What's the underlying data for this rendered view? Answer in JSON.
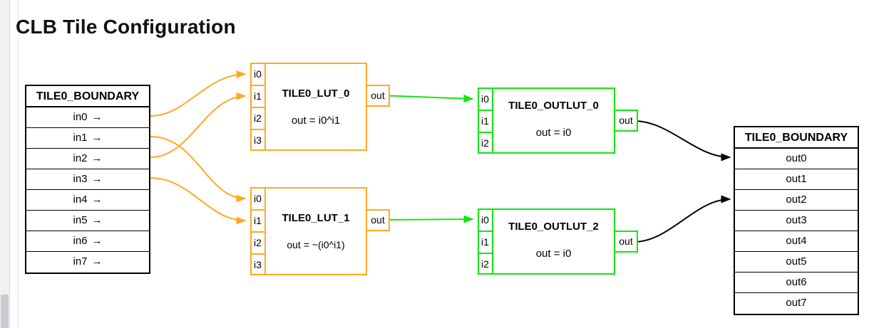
{
  "page": {
    "title": "CLB Tile Configuration",
    "background": "#ffffff"
  },
  "colors": {
    "lut_border": "#ffa823",
    "outlut_border": "#13e513",
    "boundary_border": "#000000",
    "lut_wire": "#ffa823",
    "outlut_wire": "#13e513",
    "output_wire": "#000000",
    "title_text": "#111111"
  },
  "boundary_in": {
    "header": "TILE0_BOUNDARY",
    "arrow": "→",
    "rows": [
      {
        "label": "in0"
      },
      {
        "label": "in1"
      },
      {
        "label": "in2"
      },
      {
        "label": "in3"
      },
      {
        "label": "in4"
      },
      {
        "label": "in5"
      },
      {
        "label": "in6"
      },
      {
        "label": "in7"
      }
    ]
  },
  "boundary_out": {
    "header": "TILE0_BOUNDARY",
    "rows": [
      {
        "label": "out0"
      },
      {
        "label": "out1"
      },
      {
        "label": "out2"
      },
      {
        "label": "out3"
      },
      {
        "label": "out4"
      },
      {
        "label": "out5"
      },
      {
        "label": "out6"
      },
      {
        "label": "out7"
      }
    ]
  },
  "blocks": {
    "lut0": {
      "title": "TILE0_LUT_0",
      "equation": "out = i0^i1",
      "inputs": [
        "i0",
        "i1",
        "i2",
        "i3"
      ],
      "output": "out"
    },
    "lut1": {
      "title": "TILE0_LUT_1",
      "equation": "out = ~(i0^i1)",
      "inputs": [
        "i0",
        "i1",
        "i2",
        "i3"
      ],
      "output": "out"
    },
    "outlut0": {
      "title": "TILE0_OUTLUT_0",
      "equation": "out = i0",
      "inputs": [
        "i0",
        "i1",
        "i2"
      ],
      "output": "out"
    },
    "outlut2": {
      "title": "TILE0_OUTLUT_2",
      "equation": "out = i0",
      "inputs": [
        "i0",
        "i1",
        "i2"
      ],
      "output": "out"
    }
  },
  "connections": [
    {
      "from": "boundary_in.in0",
      "to": "lut0.i0",
      "color": "#ffa823"
    },
    {
      "from": "boundary_in.in1",
      "to": "lut1.i0",
      "color": "#ffa823"
    },
    {
      "from": "boundary_in.in2",
      "to": "lut0.i1",
      "color": "#ffa823"
    },
    {
      "from": "boundary_in.in3",
      "to": "lut1.i1",
      "color": "#ffa823"
    },
    {
      "from": "lut0.out",
      "to": "outlut0.i0",
      "color": "#13e513"
    },
    {
      "from": "lut1.out",
      "to": "outlut2.i0",
      "color": "#13e513"
    },
    {
      "from": "outlut0.out",
      "to": "boundary_out.out0",
      "color": "#000000"
    },
    {
      "from": "outlut2.out",
      "to": "boundary_out.out2",
      "color": "#000000"
    }
  ]
}
